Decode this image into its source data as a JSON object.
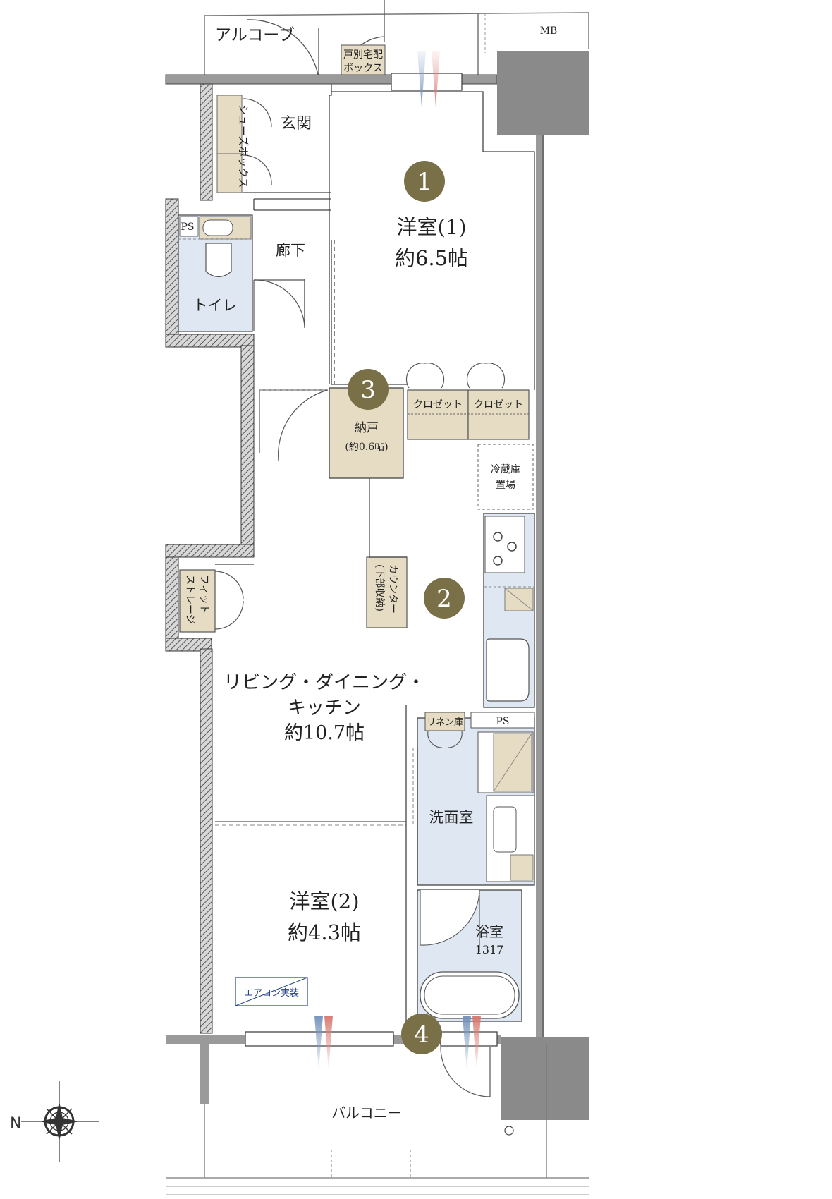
{
  "rooms": {
    "alcove": "アルコーブ",
    "mb": "MB",
    "delivery_box_l1": "戸別宅配",
    "delivery_box_l2": "ボックス",
    "entrance": "玄関",
    "shoe_box": "シューズボックス",
    "ps_toilet": "PS",
    "toilet": "トイレ",
    "hallway": "廊下",
    "western1_name": "洋室(1)",
    "western1_size": "約6.5帖",
    "storage_name": "納戸",
    "storage_size": "(約0.6帖)",
    "closet_a": "クロゼット",
    "closet_b": "クロゼット",
    "fridge_l1": "冷蔵庫",
    "fridge_l2": "置場",
    "counter_l1": "カウンター",
    "counter_l2": "(下部収納)",
    "fit_storage_l1": "フィット",
    "fit_storage_l2": "ストレージ",
    "ldk_l1": "リビング・ダイニング・",
    "ldk_l2": "キッチン",
    "ldk_size": "約10.7帖",
    "linen": "リネン庫",
    "ps_wash": "PS",
    "washroom": "洗面室",
    "western2_name": "洋室(2)",
    "western2_size": "約4.3帖",
    "bath": "浴室",
    "bath_size": "1317",
    "aircon": "エアコン実装",
    "balcony": "バルコニー"
  },
  "markers": [
    "1",
    "2",
    "3",
    "4"
  ],
  "compass": {
    "north_letter": "N"
  },
  "colors": {
    "wall": "#3a3a3a",
    "hatch": "#888888",
    "storage": "#e6dcc3",
    "wet_area": "#dfe8f2",
    "marker": "#7a7048",
    "column": "#8a8a8a",
    "cool_air": "#7f97b8",
    "warm_air": "#d88a83"
  }
}
